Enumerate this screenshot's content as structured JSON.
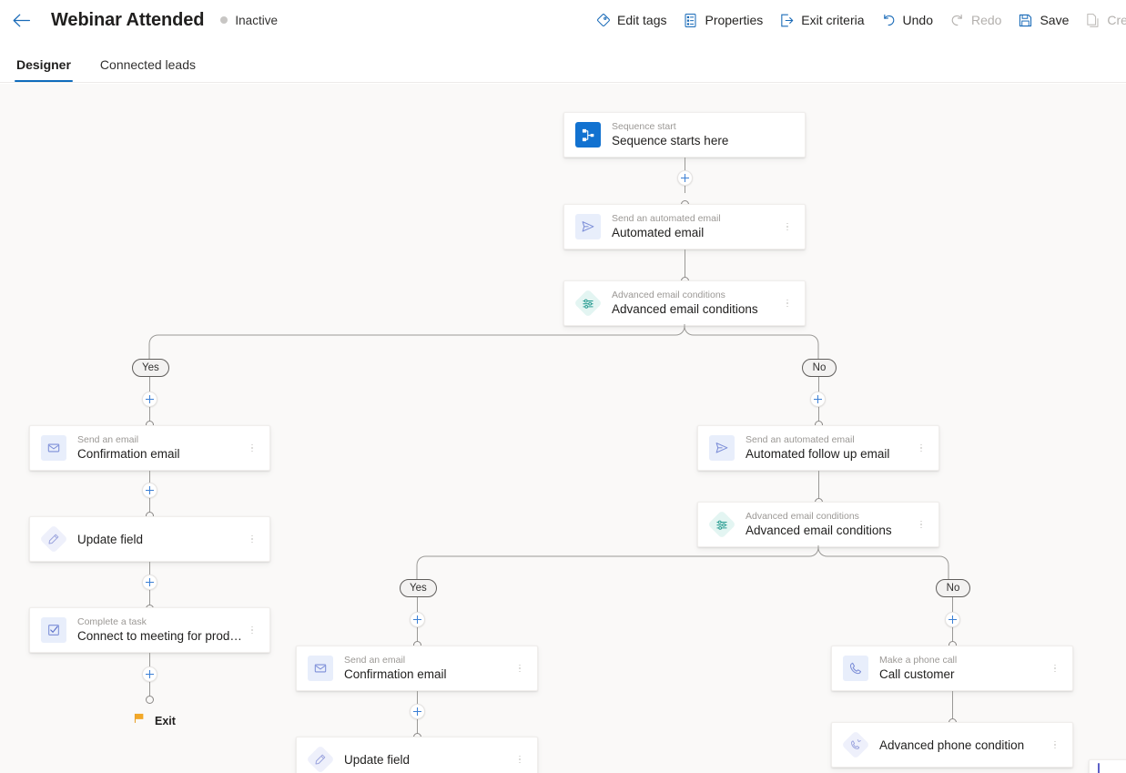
{
  "header": {
    "back_icon": "arrow-left-icon",
    "title": "Webinar Attended",
    "status": "Inactive",
    "toolbar": [
      {
        "label": "Edit tags",
        "icon": "tag-icon",
        "disabled": false
      },
      {
        "label": "Properties",
        "icon": "properties-icon",
        "disabled": false
      },
      {
        "label": "Exit criteria",
        "icon": "exit-criteria-icon",
        "disabled": false
      },
      {
        "label": "Undo",
        "icon": "undo-icon",
        "disabled": false
      },
      {
        "label": "Redo",
        "icon": "redo-icon",
        "disabled": true
      },
      {
        "label": "Save",
        "icon": "save-icon",
        "disabled": false
      },
      {
        "label": "Create a",
        "icon": "copy-icon",
        "disabled": true
      }
    ]
  },
  "tabs": [
    {
      "label": "Designer",
      "active": true
    },
    {
      "label": "Connected leads",
      "active": false
    }
  ],
  "canvas": {
    "background_color": "#faf9f8",
    "connector_color": "#9a9996",
    "accent_color": "#0f6cbd",
    "nodes": [
      {
        "id": "n1",
        "subtitle": "Sequence start",
        "title": "Sequence starts here",
        "icon": "sequence-start-icon",
        "icon_style": "tile-start",
        "kebab": false
      },
      {
        "id": "n2",
        "subtitle": "Send an automated email",
        "title": "Automated email",
        "icon": "automated-email-icon",
        "icon_style": "tile-soft",
        "kebab": true
      },
      {
        "id": "n3",
        "subtitle": "Advanced email conditions",
        "title": "Advanced email conditions",
        "icon": "email-conditions-icon",
        "icon_style": "diamond-teal",
        "kebab": true
      },
      {
        "id": "n4",
        "subtitle": "Send an email",
        "title": "Confirmation email",
        "icon": "envelope-icon",
        "icon_style": "tile-soft",
        "kebab": true
      },
      {
        "id": "n5",
        "subtitle": "",
        "title": "Update field",
        "icon": "update-field-icon",
        "icon_style": "diamond-lilac",
        "kebab": true
      },
      {
        "id": "n6",
        "subtitle": "Complete a task",
        "title": "Connect to meeting for product demo r...",
        "icon": "task-checkbox-icon",
        "icon_style": "tile-soft",
        "kebab": true
      },
      {
        "id": "n7",
        "subtitle": "Send an automated email",
        "title": "Automated follow up email",
        "icon": "automated-email-icon",
        "icon_style": "tile-soft",
        "kebab": true
      },
      {
        "id": "n8",
        "subtitle": "Advanced email conditions",
        "title": "Advanced email conditions",
        "icon": "email-conditions-icon",
        "icon_style": "diamond-teal",
        "kebab": true
      },
      {
        "id": "n9",
        "subtitle": "Send an email",
        "title": "Confirmation email",
        "icon": "envelope-icon",
        "icon_style": "tile-soft",
        "kebab": true
      },
      {
        "id": "n10",
        "subtitle": "",
        "title": "Update field",
        "icon": "update-field-icon",
        "icon_style": "diamond-lilac",
        "kebab": true
      },
      {
        "id": "n11",
        "subtitle": "Make a phone call",
        "title": "Call customer",
        "icon": "phone-icon",
        "icon_style": "tile-soft",
        "kebab": true
      },
      {
        "id": "n12",
        "subtitle": "",
        "title": "Advanced phone condition",
        "icon": "phone-condition-icon",
        "icon_style": "diamond-lilac",
        "kebab": true
      }
    ],
    "branch_labels": {
      "yes": "Yes",
      "no": "No"
    },
    "exit": {
      "label": "Exit",
      "icon": "flag-icon",
      "color": "#f2a828"
    }
  }
}
